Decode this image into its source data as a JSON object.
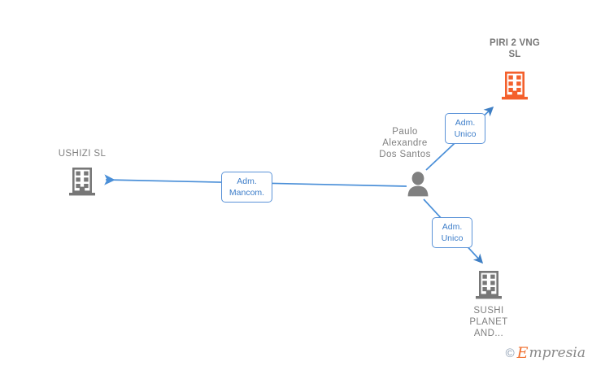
{
  "diagram": {
    "background_color": "#ffffff",
    "edge_color": "#4a8fd8",
    "company_icon_color": "#777777",
    "highlight_icon_color": "#f4602c",
    "label_text_color": "#808080",
    "edge_label_text_color": "#3c7dc9",
    "nodes": [
      {
        "id": "piri2vng",
        "name": "PIRI 2 VNG\nSL",
        "icon": "building-icon",
        "icon_color": "#f4602c",
        "emphasis": "bold",
        "label_position": "above"
      },
      {
        "id": "ushizi",
        "name": "USHIZI  SL",
        "icon": "building-icon",
        "icon_color": "#777777",
        "emphasis": "normal",
        "label_position": "above"
      },
      {
        "id": "person",
        "name": "Paulo\nAlexandre\nDos Santos",
        "icon": "person-icon",
        "icon_color": "#808080",
        "emphasis": "normal",
        "label_position": "left"
      },
      {
        "id": "sushiplanet",
        "name": "SUSHI\nPLANET\nAND...",
        "icon": "building-icon",
        "icon_color": "#777777",
        "emphasis": "normal",
        "label_position": "below"
      }
    ],
    "edges": [
      {
        "id": "edge-person-piri2vng",
        "from": "person",
        "to": "piri2vng",
        "label": "Adm.\nUnico",
        "direction": "up-right"
      },
      {
        "id": "edge-person-ushizi",
        "from": "person",
        "to": "ushizi",
        "label": "Adm.\nMancom.",
        "direction": "left"
      },
      {
        "id": "edge-person-sushiplanet",
        "from": "person",
        "to": "sushiplanet",
        "label": "Adm.\nUnico",
        "direction": "down-right"
      }
    ]
  },
  "watermark": {
    "copyright": "©",
    "brand_initial": "E",
    "brand_rest": "mpresia"
  }
}
